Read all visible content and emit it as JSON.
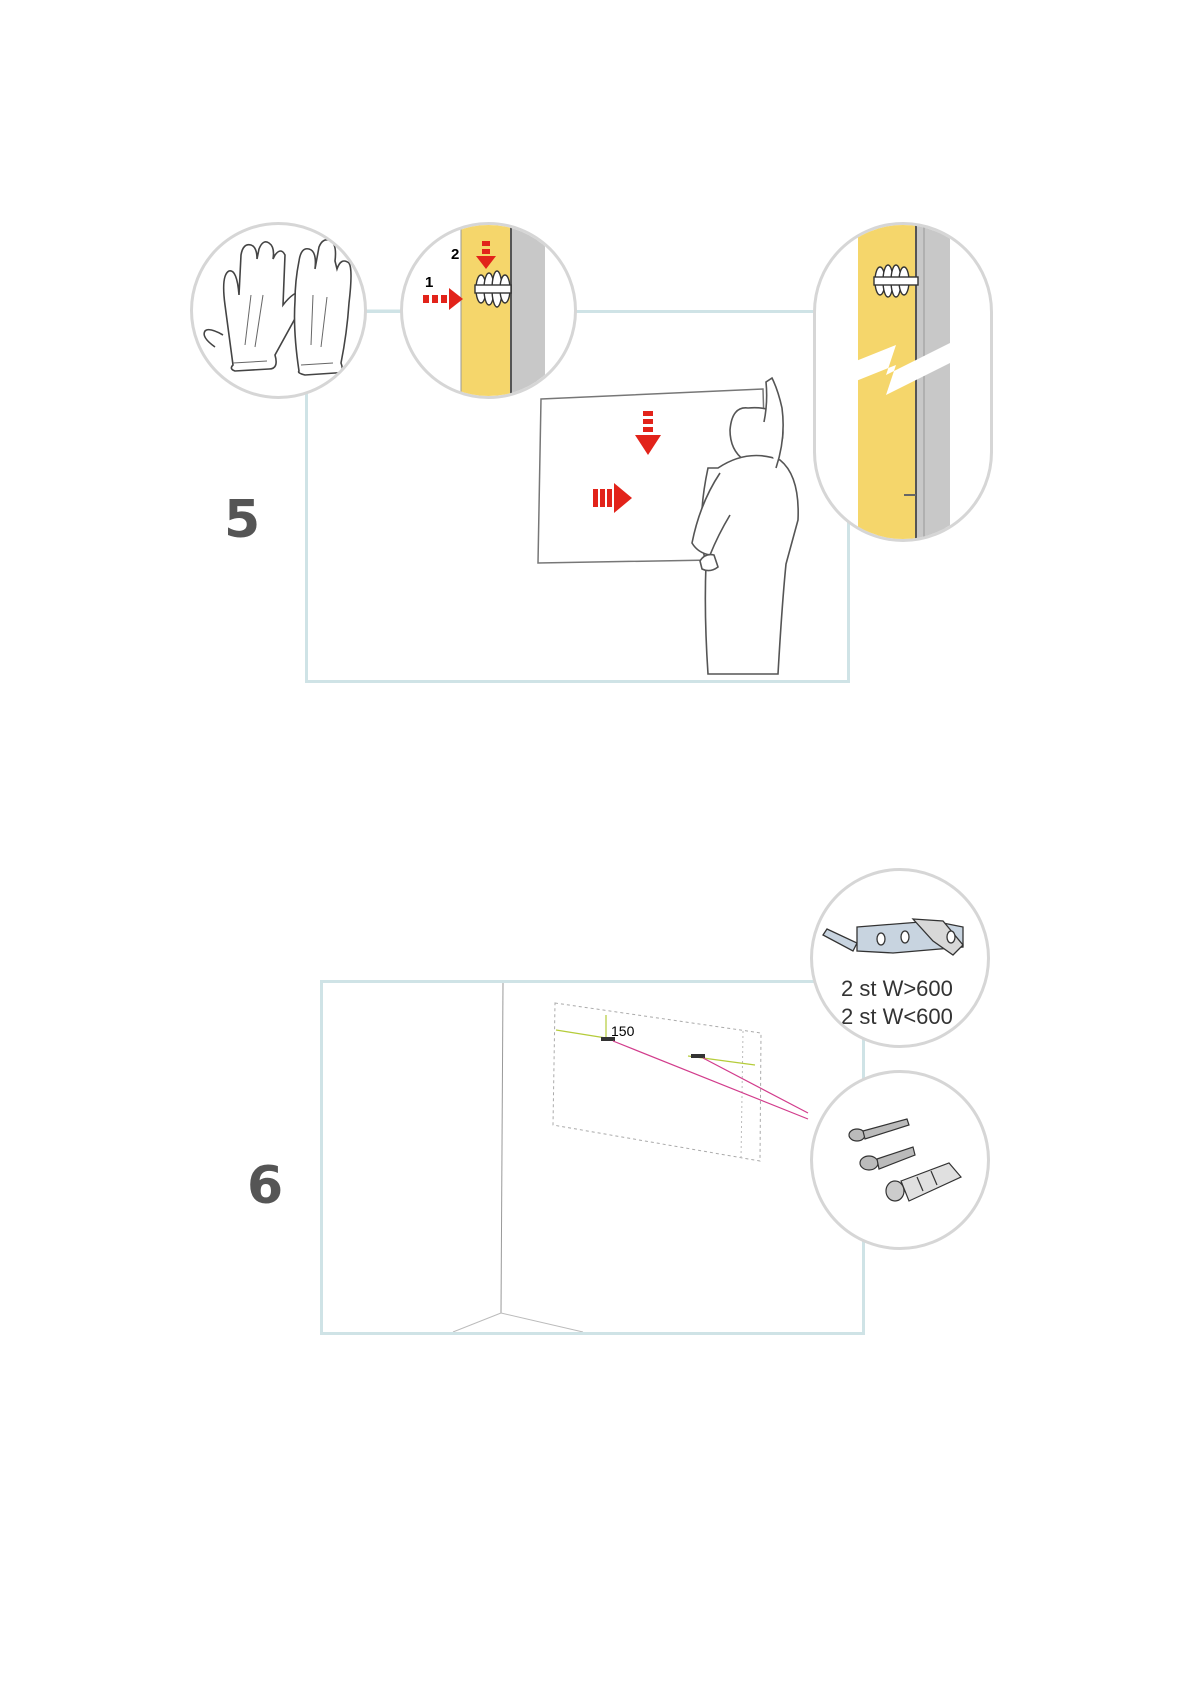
{
  "step5": {
    "number": "5",
    "callouts": {
      "first": "1",
      "second": "2"
    }
  },
  "step6": {
    "number": "6",
    "dimension": "150",
    "quantities": [
      "2 st W>600",
      "2 st W<600"
    ]
  },
  "colors": {
    "arrow": "#e2231a",
    "wall_insulation": "#f5d66b",
    "wall_board": "#c8c8c8",
    "frame": "#cfe3e6",
    "callout_line": "#d23c8c",
    "dimension_line": "#b5cc3a"
  },
  "icons": [
    "gloves-icon",
    "wall-plug-icon",
    "bracket-icon",
    "screw-icon",
    "anchor-icon",
    "arrow-icon"
  ]
}
